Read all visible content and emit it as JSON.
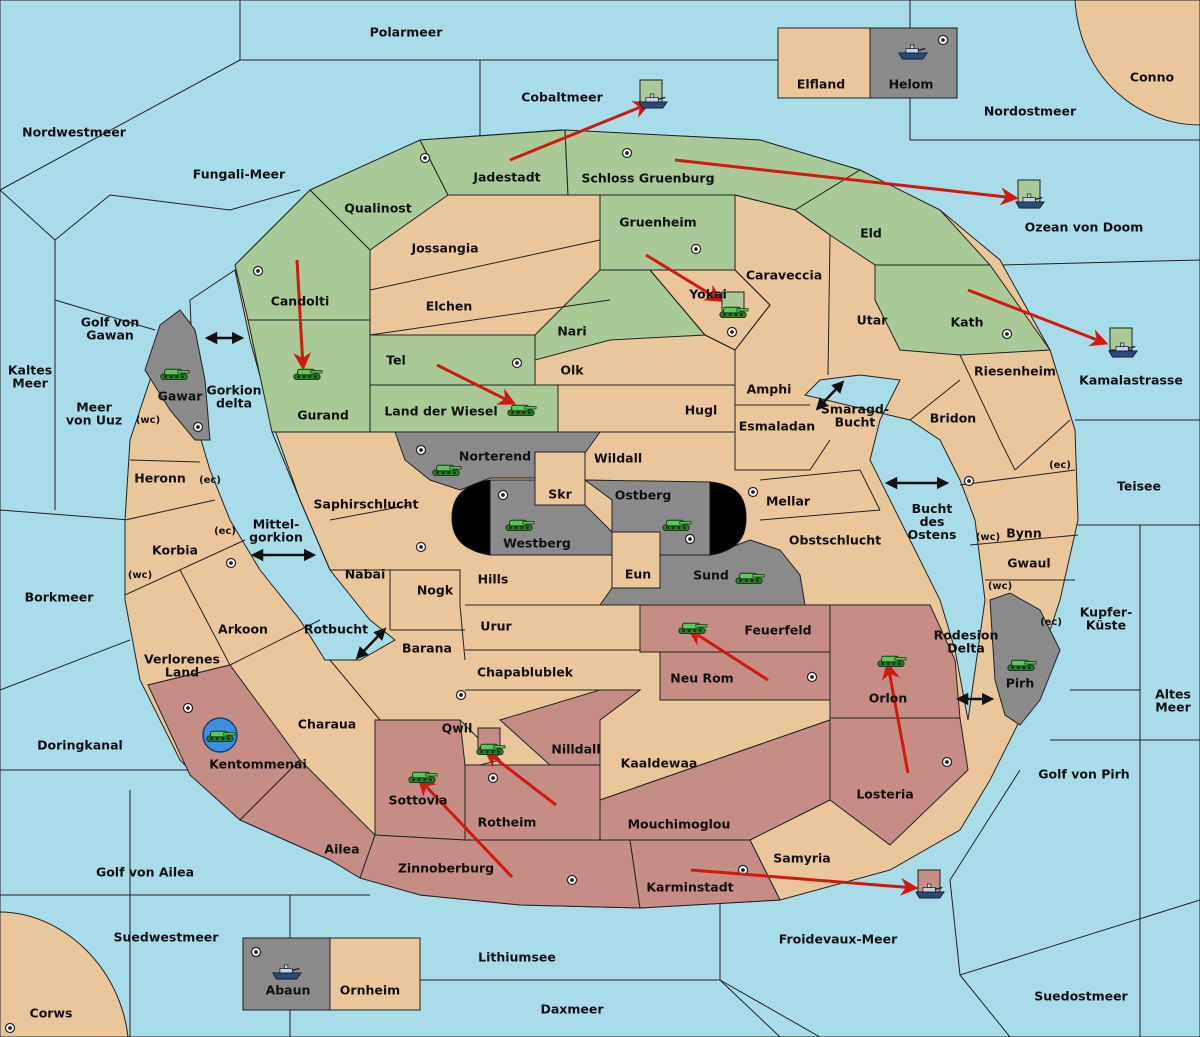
{
  "colors": {
    "sea": "#a8dce8",
    "neutral_land": "#e9c79a",
    "green_power": "#a9c996",
    "grey_power": "#8a8a8a",
    "red_power": "#c58d86",
    "blue_power": "#3b8fe0",
    "order_arrow": "#d01a10"
  },
  "icons": {
    "army": "tank-icon",
    "fleet": "ship-icon",
    "supply_center": "supply-center-icon",
    "convoy_route": "double-arrow-icon"
  },
  "seas": {
    "polarmeer": "Polarmeer",
    "conno": "Conno",
    "nordwestmeer": "Nordwestmeer",
    "cobaltmeer": "Cobaltmeer",
    "nordostmeer": "Nordostmeer",
    "fungali_meer": "Fungali-Meer",
    "ozean_von_doom": "Ozean von Doom",
    "golf_von_gawan": "Golf von\nGawan",
    "kaltes_meer": "Kaltes\nMeer",
    "meer_von_uuz": "Meer\nvon Uuz",
    "kamalastrasse": "Kamalastrasse",
    "gorkion_delta": "Gorkion\ndelta",
    "smaragd_bucht": "Smaragd-\nBucht",
    "teisee": "Teisee",
    "mittelgorkion": "Mittel-\ngorkion",
    "bucht_des_ostens": "Bucht\ndes\nOstens",
    "borkmeer": "Borkmeer",
    "kupfer_kueste": "Kupfer-\nKüste",
    "rotbucht": "Rotbucht",
    "rodesion_delta": "Rodesion\nDelta",
    "altes_meer": "Altes\nMeer",
    "doringkanal": "Doringkanal",
    "golf_von_pirh": "Golf von Pirh",
    "golf_von_ailea": "Golf von Ailea",
    "suedwestmeer": "Suedwestmeer",
    "froidevaux_meer": "Froidevaux-Meer",
    "lithiumsee": "Lithiumsee",
    "suedostmeer": "Suedostmeer",
    "corws": "Corws",
    "daxmeer": "Daxmeer"
  },
  "provinces": {
    "elfland": "Elfland",
    "helom": "Helom",
    "jadestadt": "Jadestadt",
    "schloss_gruenburg": "Schloss Gruenburg",
    "qualinost": "Qualinost",
    "gruenheim": "Gruenheim",
    "eld": "Eld",
    "jossangia": "Jossangia",
    "caraveccia": "Caraveccia",
    "candolti": "Candolti",
    "yokai": "Yokai",
    "elchen": "Elchen",
    "utar": "Utar",
    "kath": "Kath",
    "nari": "Nari",
    "tel": "Tel",
    "olk": "Olk",
    "amphi": "Amphi",
    "riesenheim": "Riesenheim",
    "gawar": "Gawar",
    "gurand": "Gurand",
    "land_der_wiesel": "Land der Wiesel",
    "hugl": "Hugl",
    "bridon": "Bridon",
    "esmaladan": "Esmaladan",
    "heronn": "Heronn",
    "norterend": "Norterend",
    "wildall": "Wildall",
    "skr": "Skr",
    "ostberg": "Ostberg",
    "mellar": "Mellar",
    "saphirschlucht": "Saphirschlucht",
    "westberg": "Westberg",
    "obstschlucht": "Obstschlucht",
    "bynn": "Bynn",
    "korbia": "Korbia",
    "gwaul": "Gwaul",
    "nabai": "Nabai",
    "hills": "Hills",
    "eun": "Eun",
    "sund": "Sund",
    "nogk": "Nogk",
    "arkoon": "Arkoon",
    "urur": "Urur",
    "feuerfeld": "Feuerfeld",
    "verlorenes_land": "Verlorenes\nLand",
    "barana": "Barana",
    "chapablublek": "Chapablublek",
    "neu_rom": "Neu Rom",
    "orlon": "Orlon",
    "pirh": "Pirh",
    "charaua": "Charaua",
    "qwil": "Qwil",
    "nilldall": "Nilldall",
    "kentommenai": "Kentommenai",
    "kaaldewaa": "Kaaldewaa",
    "sottovia": "Sottovia",
    "losteria": "Losteria",
    "rotheim": "Rotheim",
    "mouchimoglou": "Mouchimoglou",
    "ailea": "Ailea",
    "samyria": "Samyria",
    "zinnoberburg": "Zinnoberburg",
    "karminstadt": "Karminstadt",
    "abaun": "Abaun",
    "ornheim": "Ornheim"
  },
  "coast_labels": {
    "gawar_wc": "(wc)",
    "heronn_ec": "(ec)",
    "korbia_ec": "(ec)",
    "korbia_wc": "(wc)",
    "bridon_ec": "(ec)",
    "bynn_wc": "(wc)",
    "gwaul_wc": "(wc)",
    "pirh_ec": "(ec)"
  }
}
